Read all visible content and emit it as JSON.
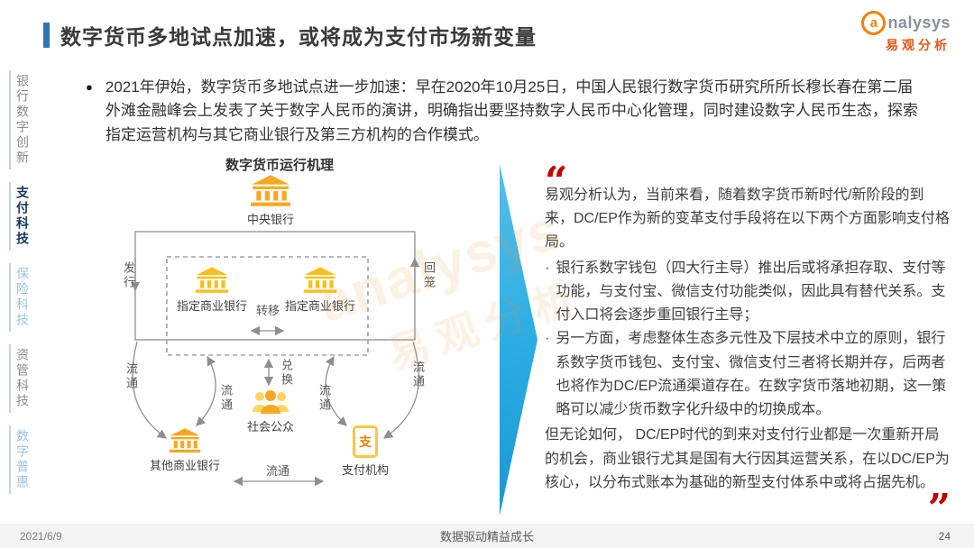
{
  "header": {
    "title": "数字货币多地试点加速，或将成为支付市场新变量",
    "logo": {
      "a": "a",
      "rest": "nalysys",
      "sub": "易观分析"
    }
  },
  "sidebar": {
    "items": [
      {
        "label": "银行数字创新",
        "state": "default"
      },
      {
        "label": "支付科技",
        "state": "active"
      },
      {
        "label": "保险科技",
        "state": "light"
      },
      {
        "label": "资管科技",
        "state": "default"
      },
      {
        "label": "数字普惠",
        "state": "light"
      }
    ]
  },
  "intro": {
    "bullet": "●",
    "text": "2021年伊始，数字货币多地试点进一步加速：早在2020年10月25日，中国人民银行数字货币研究所所长穆长春在第二届外滩金融峰会上发表了关于数字人民币的演讲，明确指出要坚持数字人民币中心化管理，同时建设数字人民币生态，探索指定运营机构与其它商业银行及第三方机构的合作模式。"
  },
  "diagram": {
    "title": "数字货币运行机理",
    "pay_char": "支",
    "nodes": {
      "central_bank": "中央银行",
      "designated_bank": "指定商业银行",
      "public": "社会公众",
      "other_bank": "其他商业银行",
      "payment_org": "支付机构"
    },
    "labels": {
      "issue": "发行",
      "recall": "回笼",
      "transfer": "转移",
      "exchange": "兑换",
      "circulate": "流通"
    }
  },
  "insight": {
    "open_quote": "“",
    "close_quote": "”",
    "bullet_char": "·",
    "intro": "易观分析认为，当前来看，随着数字货币新时代/新阶段的到来，DC/EP作为新的变革支付手段将在以下两个方面影响支付格局。",
    "bullets": [
      "银行系数字钱包（四大行主导）推出后或将承担存取、支付等功能，与支付宝、微信支付功能类似，因此具有替代关系。支付入口将会逐步重回银行主导；",
      "另一方面，考虑整体生态多元性及下层技术中立的原则，银行系数字货币钱包、支付宝、微信支付三者将长期并存，后两者也将作为DC/EP流通渠道存在。在数字货币落地初期，这一策略可以减少货币数字化升级中的切换成本。"
    ],
    "outro": "但无论如何， DC/EP时代的到来对支付行业都是一次重新开局的机会，商业银行尤其是国有大行因其运营关系，在以DC/EP为核心，以分布式账本为基础的新型支付体系中或将占据先机。"
  },
  "watermark": {
    "line1": "analysys",
    "line2": "易观分析"
  },
  "footer": {
    "date": "2021/6/9",
    "slogan": "数据驱动精益成长",
    "page": "24"
  },
  "colors": {
    "accent_blue": "#29ABE2",
    "navy": "#17375E",
    "orange": "#F7A823",
    "red": "#C00000"
  }
}
